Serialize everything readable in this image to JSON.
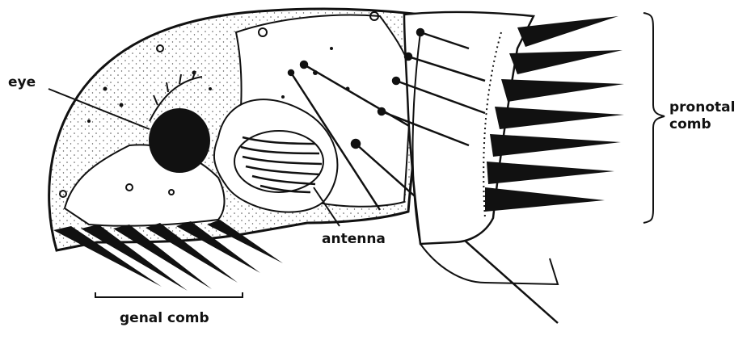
{
  "labels": {
    "eye": "eye",
    "antenna": "antenna",
    "genal_comb": "genal comb",
    "pronotal_line1": "pronotal",
    "pronotal_line2": "comb"
  },
  "colors": {
    "ink": "#111111",
    "paper": "#ffffff",
    "stipple": "#555555"
  }
}
